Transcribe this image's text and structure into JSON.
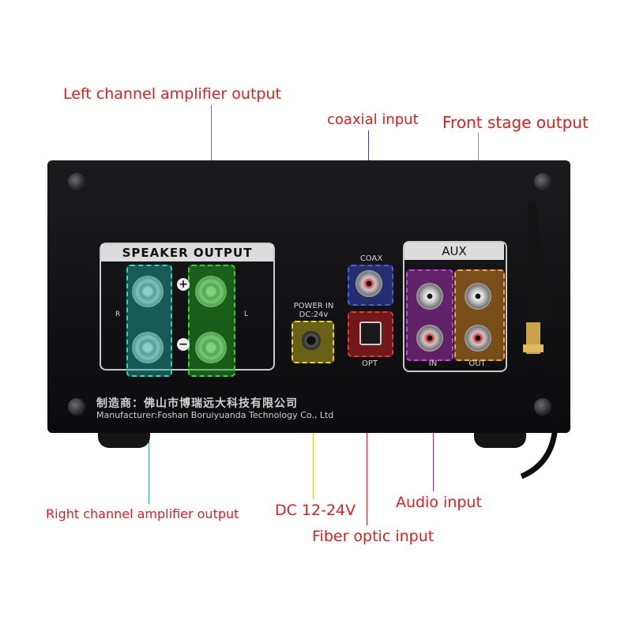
{
  "callouts": {
    "left_channel": "Left channel amplifier output",
    "coaxial": "coaxial input",
    "front_stage": "Front stage output",
    "right_channel": "Right channel amplifier output",
    "dc": "DC 12-24V",
    "audio_input": "Audio input",
    "fiber": "Fiber optic input"
  },
  "panel": {
    "speaker_output": "SPEAKER OUTPUT",
    "plus": "+",
    "minus": "−",
    "r_mark": "R",
    "l_mark": "L",
    "coax": "COAX",
    "opt": "OPT",
    "power_in": "POWER IN",
    "power_spec": "DC:24v",
    "aux": "AUX",
    "aux_in": "IN",
    "aux_out": "OUT",
    "manufacturer_cn": "制造商：佛山市博瑞远大科技有限公司",
    "manufacturer_en": "Manufacturer:Foshan Boruiyuanda Technology Co., Ltd"
  },
  "colors": {
    "callout_red": "#e0201a",
    "left_green": "#22aa22",
    "right_teal": "#1fb3a6",
    "coax_blue": "#3346b8",
    "front_orange": "#e08a1e",
    "dc_yellow": "#d6c21a",
    "opt_red": "#c21f1f",
    "audio_purple": "#a22fb0"
  }
}
